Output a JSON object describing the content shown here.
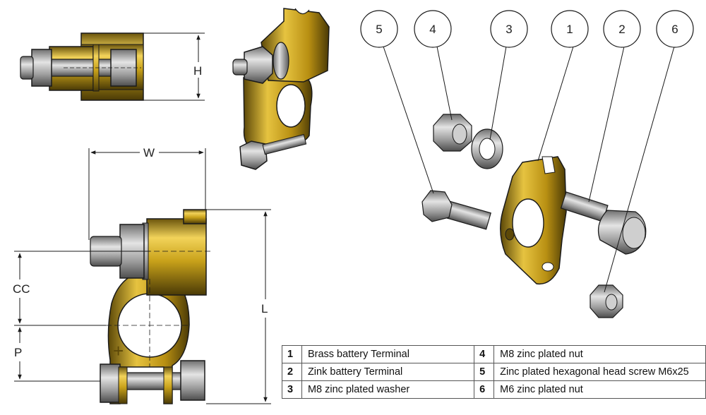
{
  "dimensions": {
    "h": "H",
    "w": "W",
    "cc": "CC",
    "p": "P",
    "l": "L",
    "plus_mark": "+"
  },
  "callouts": [
    "5",
    "4",
    "3",
    "1",
    "2",
    "6"
  ],
  "parts": [
    {
      "num": "1",
      "desc": "Brass battery Terminal"
    },
    {
      "num": "2",
      "desc": "Zink battery Terminal"
    },
    {
      "num": "3",
      "desc": "M8 zinc plated washer"
    },
    {
      "num": "4",
      "desc": "M8 zinc plated nut"
    },
    {
      "num": "5",
      "desc": "Zinc plated hexagonal head screw M6x25"
    },
    {
      "num": "6",
      "desc": "M6 zinc plated nut"
    }
  ],
  "colors": {
    "brass": "#c9a21a",
    "brass_dark": "#5c4808",
    "zinc": "#a9a9a9",
    "line": "#1a1a1a"
  }
}
